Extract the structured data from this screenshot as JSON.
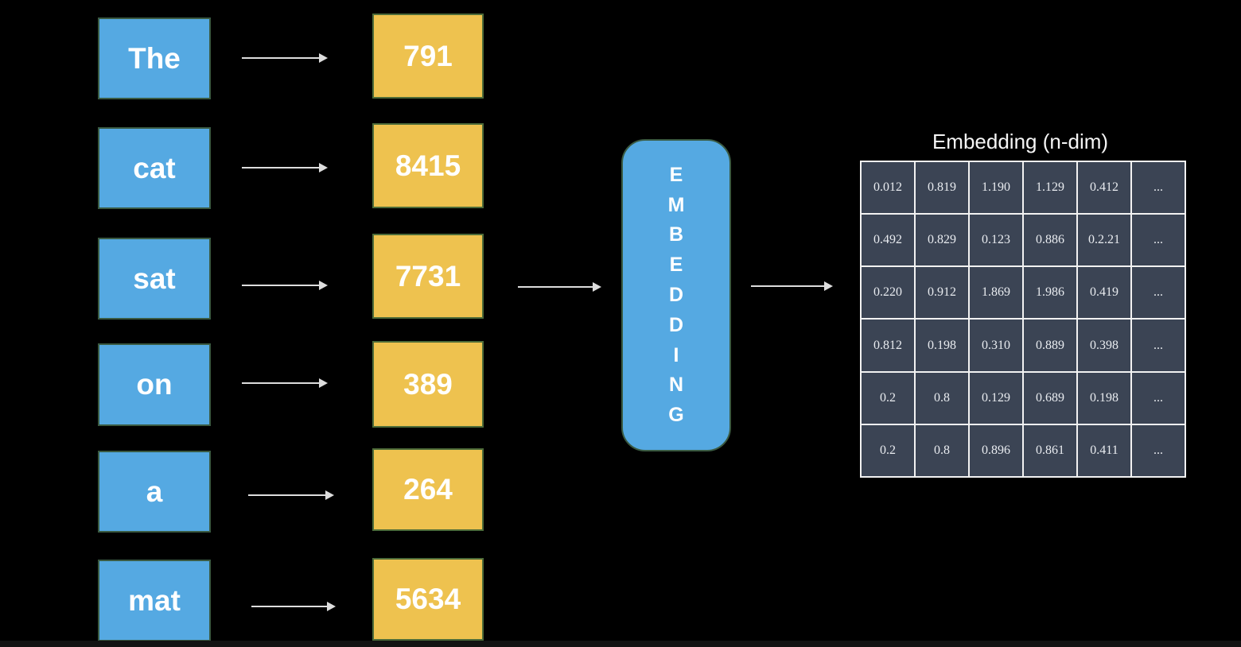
{
  "diagram": {
    "background_color": "#000000",
    "word_box_color": "#55a9e2",
    "token_box_color": "#eec24f",
    "arrow_color": "#dddddd",
    "rows": [
      {
        "word": "The",
        "token": "791"
      },
      {
        "word": "cat",
        "token": "8415"
      },
      {
        "word": "sat",
        "token": "7731"
      },
      {
        "word": "on",
        "token": "389"
      },
      {
        "word": "a",
        "token": "264"
      },
      {
        "word": "mat",
        "token": "5634"
      }
    ]
  },
  "embedding_box": {
    "label": "EMBEDDING",
    "color": "#55a9e2",
    "letters": [
      "E",
      "M",
      "B",
      "E",
      "D",
      "D",
      "I",
      "N",
      "G"
    ]
  },
  "embedding_table": {
    "title": "Embedding (n-dim)",
    "cell_color": "#3b4454",
    "border_color": "#f2f2f2",
    "rows": [
      [
        "0.012",
        "0.819",
        "1.190",
        "1.129",
        "0.412",
        "..."
      ],
      [
        "0.492",
        "0.829",
        "0.123",
        "0.886",
        "0.2.21",
        "..."
      ],
      [
        "0.220",
        "0.912",
        "1.869",
        "1.986",
        "0.419",
        "..."
      ],
      [
        "0.812",
        "0.198",
        "0.310",
        "0.889",
        "0.398",
        "..."
      ],
      [
        "0.2",
        "0.8",
        "0.129",
        "0.689",
        "0.198",
        "..."
      ],
      [
        "0.2",
        "0.8",
        "0.896",
        "0.861",
        "0.411",
        "..."
      ]
    ]
  }
}
